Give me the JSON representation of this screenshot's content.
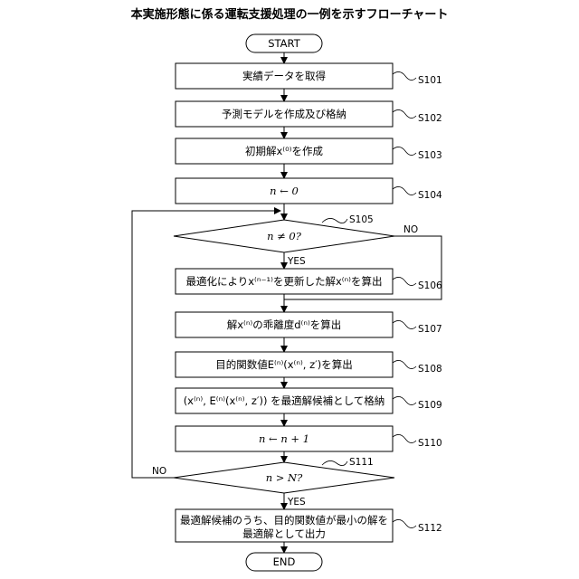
{
  "title": "本実施形態に係る運転支援処理の一例を示すフローチャート",
  "start": "START",
  "end": "END",
  "yes": "YES",
  "no": "NO",
  "steps": [
    {
      "id": "S101",
      "text": "実績データを取得"
    },
    {
      "id": "S102",
      "text": "予測モデルを作成及び格納"
    },
    {
      "id": "S103",
      "text": "初期解x⁽⁰⁾を作成"
    },
    {
      "id": "S104",
      "text": "n ← 0"
    },
    {
      "id": "S105",
      "text": "n ≠ 0?"
    },
    {
      "id": "S106",
      "text": "最適化によりx⁽ⁿ⁻¹⁾を更新した解x⁽ⁿ⁾を算出"
    },
    {
      "id": "S107",
      "text": "解x⁽ⁿ⁾の乖離度d⁽ⁿ⁾を算出"
    },
    {
      "id": "S108",
      "text": "目的関数値E⁽ⁿ⁾(x⁽ⁿ⁾, z′)を算出"
    },
    {
      "id": "S109",
      "text": "(x⁽ⁿ⁾, E⁽ⁿ⁾(x⁽ⁿ⁾, z′)) を最適解候補として格納"
    },
    {
      "id": "S110",
      "text": "n ← n + 1"
    },
    {
      "id": "S111",
      "text": "n > N?"
    },
    {
      "id": "S112",
      "text": "最適解候補のうち、目的関数値が最小の解を 最適解として出力"
    }
  ]
}
